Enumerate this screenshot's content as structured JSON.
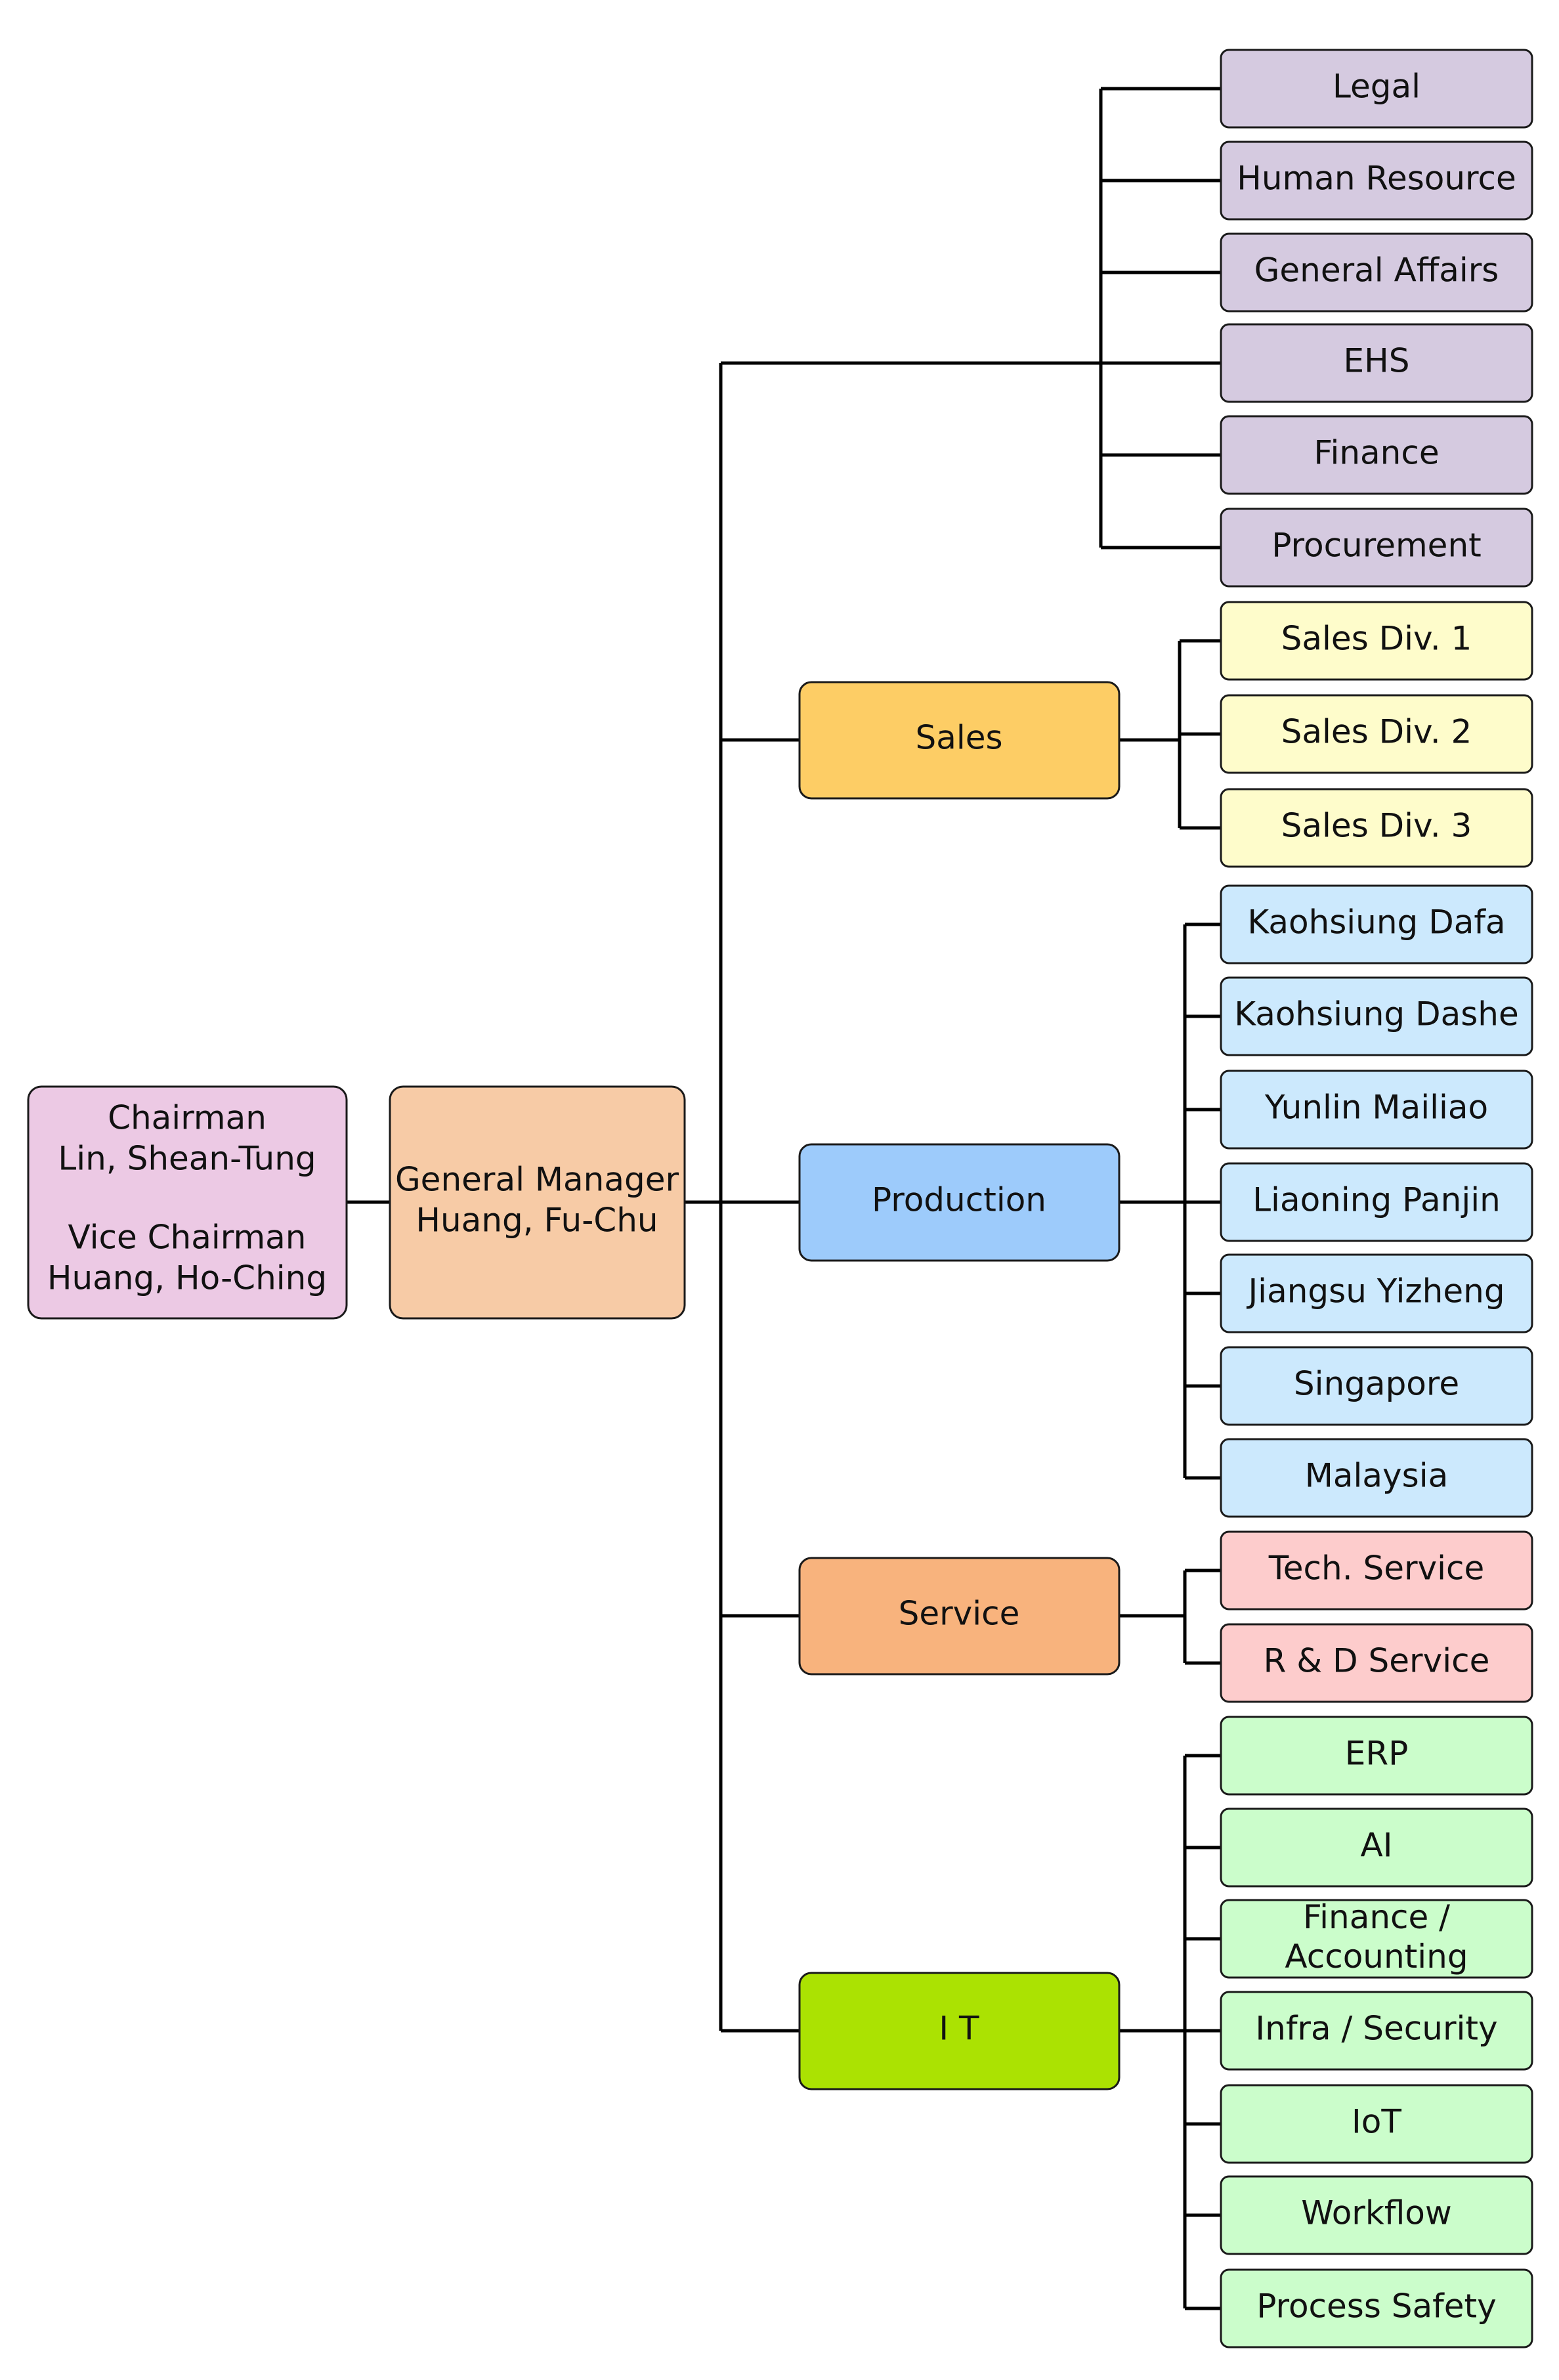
{
  "colors": {
    "top": "#ecc9e4",
    "gm": "#f7cba6",
    "admin": "#d5cae0",
    "sales_dept": "#fdcd65",
    "sales_div": "#fefccb",
    "production_dept": "#9dcbfb",
    "plant": "#cce9fd",
    "service_dept": "#f8b37d",
    "service_sub": "#fdcccc",
    "it_dept": "#abe202",
    "it_sub": "#cbfdcb"
  },
  "leadership": {
    "chairman_title": "Chairman",
    "chairman_name": "Lin, Shean-Tung",
    "vice_title": "Vice Chairman",
    "vice_name": "Huang, Ho-Ching"
  },
  "general_manager": {
    "title": "General Manager",
    "name": "Huang, Fu-Chu"
  },
  "admin_units": [
    "Legal",
    "Human Resource",
    "General Affairs",
    "EHS",
    "Finance",
    "Procurement"
  ],
  "departments": [
    {
      "key": "sales",
      "label": "Sales",
      "units": [
        "Sales Div. 1",
        "Sales Div. 2",
        "Sales Div. 3"
      ]
    },
    {
      "key": "production",
      "label": "Production",
      "units": [
        "Kaohsiung Dafa",
        "Kaohsiung Dashe",
        "Yunlin Mailiao",
        "Liaoning Panjin",
        "Jiangsu Yizheng",
        "Singapore",
        "Malaysia"
      ]
    },
    {
      "key": "service",
      "label": "Service",
      "units": [
        "Tech. Service",
        "R & D Service"
      ]
    },
    {
      "key": "it",
      "label": "I T",
      "units": [
        "ERP",
        "AI",
        "Finance / Accounting",
        "Infra / Security",
        "IoT",
        "Workflow",
        "Process Safety"
      ]
    }
  ]
}
